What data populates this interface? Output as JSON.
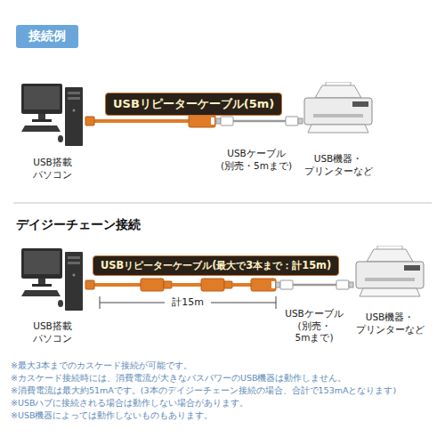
{
  "diagram": {
    "nodes": [
      {
        "text": [
          "接続例"
        ]
      },
      {
        "text": [
          "USB搭載 パソコン"
        ]
      },
      {
        "text": [
          "USBリピーターケーブル(5m)"
        ]
      },
      {
        "text": [
          "USB機器・ プリンターなど"
        ]
      },
      {
        "text": [
          "USB搭載 パソコン"
        ]
      },
      {
        "text": [
          "USBリピーターケーブル(最大で3本まで：計15m)"
        ]
      },
      {
        "text": [
          "USB機器・ プリンターなど"
        ]
      }
    ],
    "edges": [
      {
        "from": 1,
        "to": 3,
        "arrow": "none"
      },
      {
        "from": 4,
        "to": 6,
        "arrow": "none"
      }
    ],
    "labels": [
      "USBケーブル (別売・5mまで)",
      "デイジーチェーン接続",
      "計15m",
      "USBケーブル (別売・5mまで)",
      "※最大3本までのカスケード接続が可能です。",
      "※カスケード接続時には、消費電流が大きなバスパワーのUSB機器は動作しません。",
      "※消費電流は最大約51mAです。(3本のデイジーチェーン接続の場合、合計で153mAとなります)",
      "※USBハブに接続される場合は動作しない場合があります。",
      "※USB機器によっては動作しないものもあります。"
    ]
  }
}
